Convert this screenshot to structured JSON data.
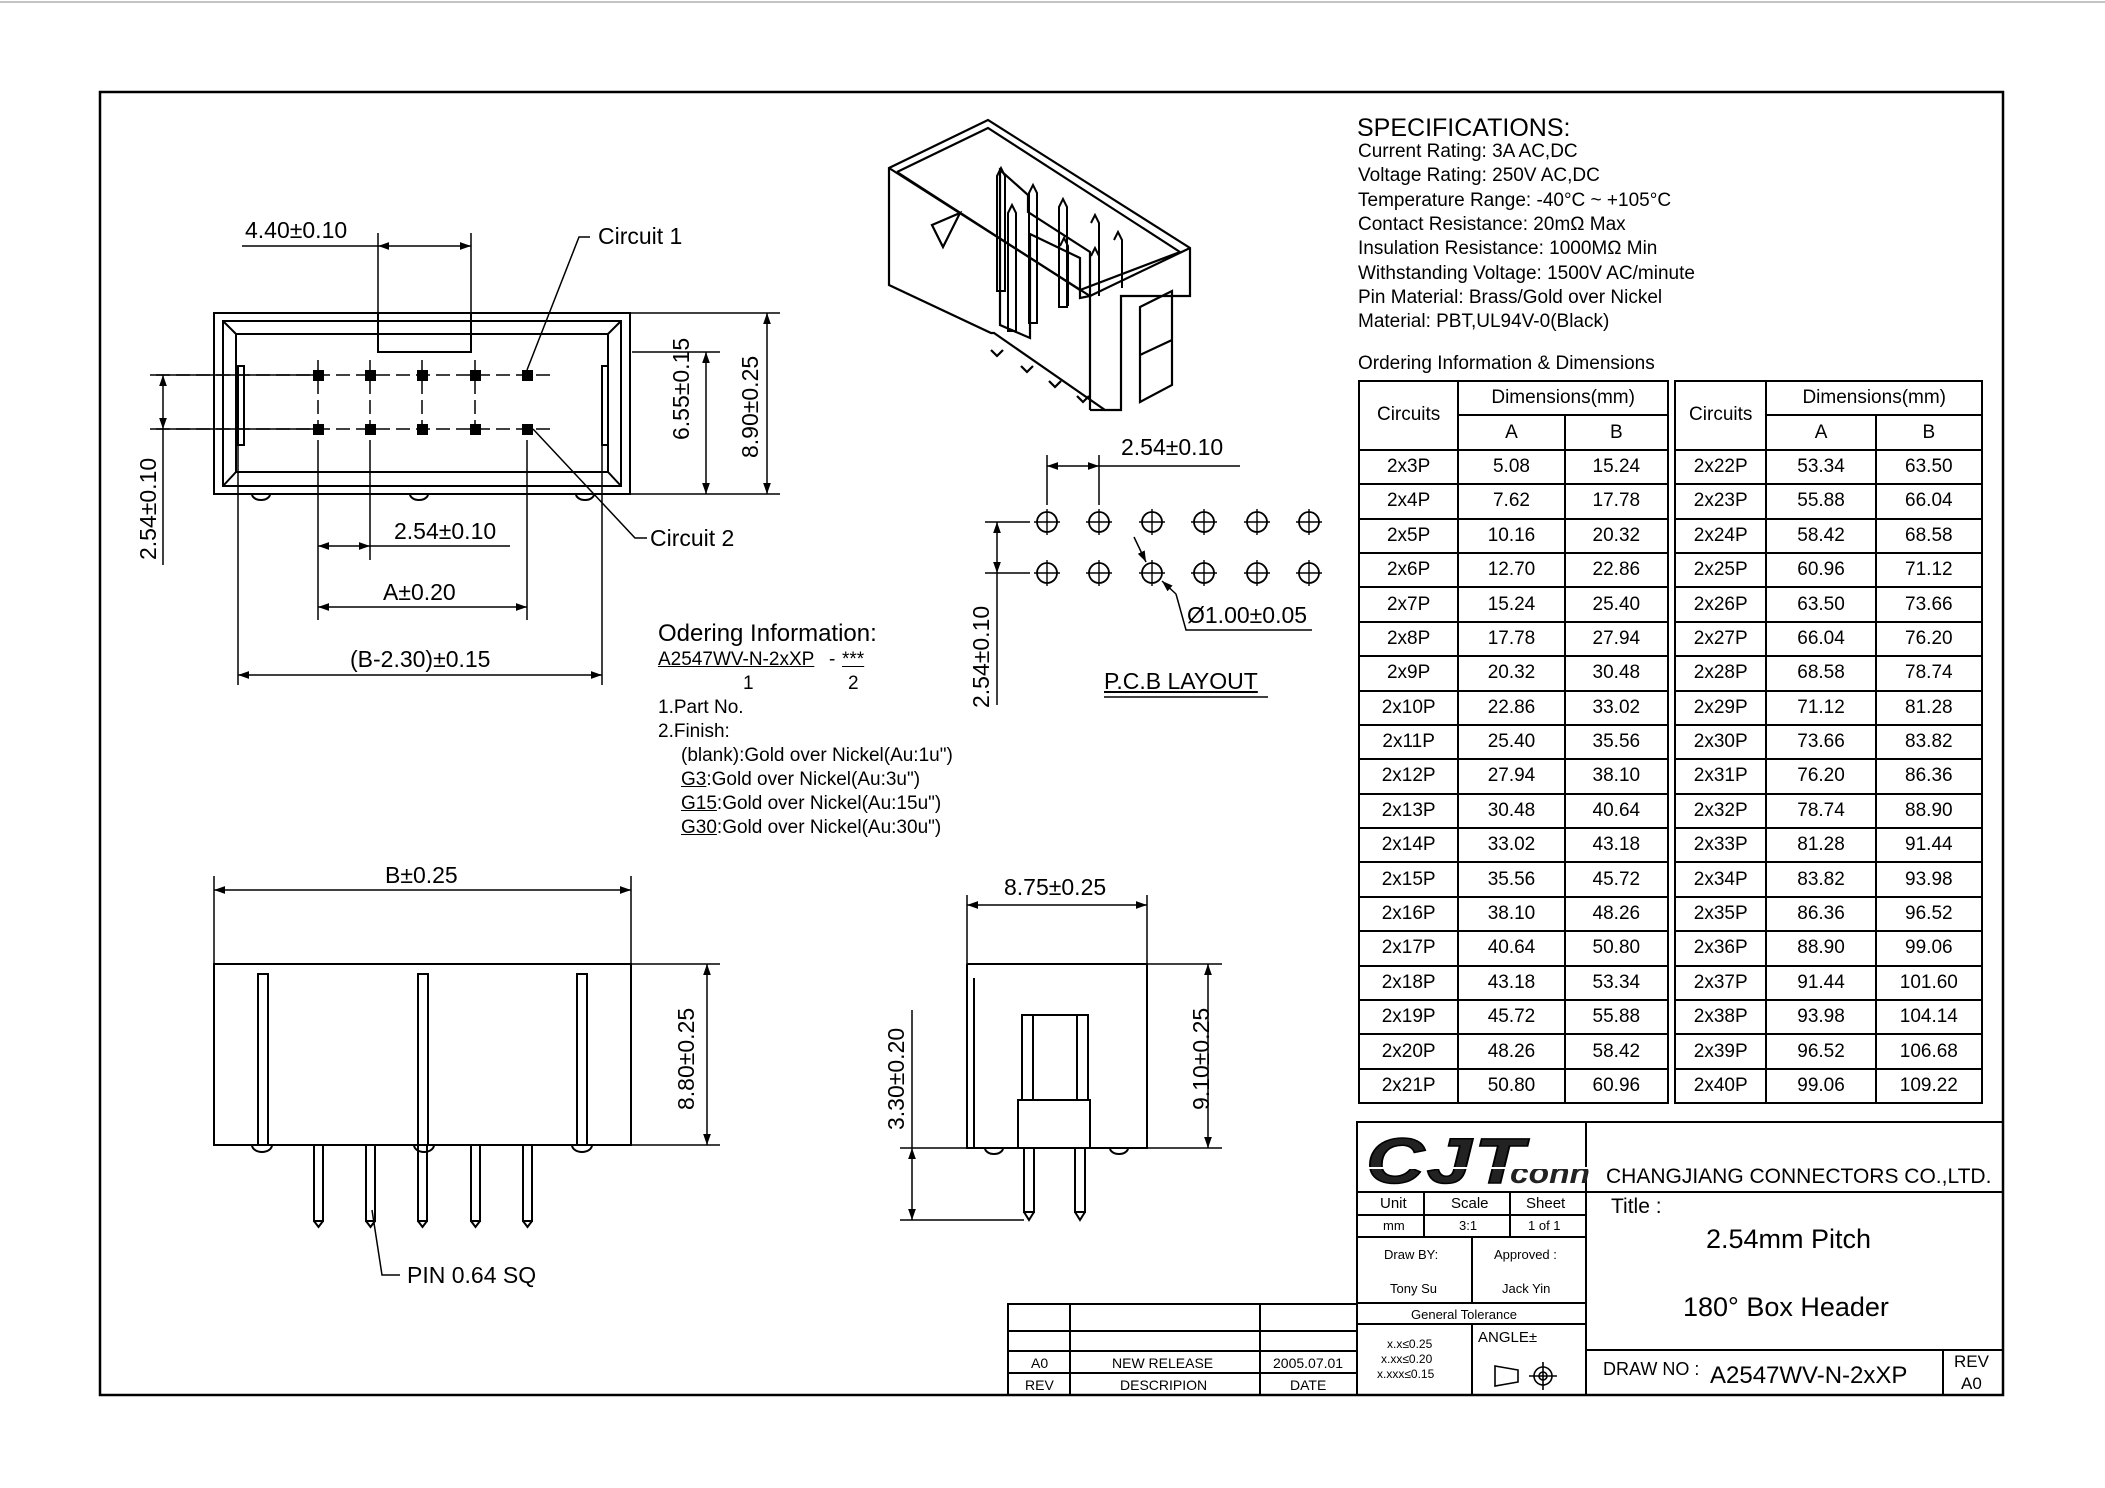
{
  "dims": {
    "top_width": "4.40±0.10",
    "circuit1": "Circuit 1",
    "circuit2": "Circuit 2",
    "height_inner": "6.55±0.15",
    "height_outer": "8.90±0.25",
    "row_pitch": "2.54±0.10",
    "pin_pitch": "2.54±0.10",
    "a_dim": "A±0.20",
    "b_minus": "(B-2.30)±0.15",
    "b_dim": "B±0.25",
    "side_height": "8.80±0.25",
    "pin_label": "PIN 0.64 SQ",
    "end_width": "8.75±0.25",
    "end_pin": "3.30±0.20",
    "end_height": "9.10±0.25",
    "pcb_pitch_x": "2.54±0.10",
    "pcb_pitch_y": "2.54±0.10",
    "pcb_hole": "Ø1.00±0.05",
    "pcb_title": "P.C.B LAYOUT"
  },
  "ordering_info": {
    "title": "Odering Information:",
    "code": "A2547WV-N-2xXP",
    "dash": "-",
    "suffix": "***",
    "n1": "1",
    "n2": "2",
    "part_no": "1.Part No.",
    "finish": "2.Finish:",
    "blank": "(blank):Gold over Nickel(Au:1u\")",
    "g3_code": "G3",
    "g3_text": ":Gold over Nickel(Au:3u\")",
    "g15_code": "G15",
    "g15_text": ":Gold over Nickel(Au:15u\")",
    "g30_code": "G30",
    "g30_text": ":Gold over Nickel(Au:30u\")"
  },
  "specs": {
    "title": "SPECIFICATIONS:",
    "lines": [
      "Current Rating: 3A AC,DC",
      "Voltage Rating: 250V AC,DC",
      "Temperature Range: -40°C ~ +105°C",
      "Contact Resistance: 20mΩ Max",
      "Insulation Resistance: 1000MΩ Min",
      "Withstanding Voltage: 1500V AC/minute",
      "Pin Material: Brass/Gold over Nickel",
      "Material: PBT,UL94V-0(Black)"
    ]
  },
  "ordering_dims": {
    "title": "Ordering Information & Dimensions",
    "head_circuits": "Circuits",
    "head_dims": "Dimensions(mm)",
    "head_a": "A",
    "head_b": "B",
    "left": [
      [
        "2x3P",
        "5.08",
        "15.24"
      ],
      [
        "2x4P",
        "7.62",
        "17.78"
      ],
      [
        "2x5P",
        "10.16",
        "20.32"
      ],
      [
        "2x6P",
        "12.70",
        "22.86"
      ],
      [
        "2x7P",
        "15.24",
        "25.40"
      ],
      [
        "2x8P",
        "17.78",
        "27.94"
      ],
      [
        "2x9P",
        "20.32",
        "30.48"
      ],
      [
        "2x10P",
        "22.86",
        "33.02"
      ],
      [
        "2x11P",
        "25.40",
        "35.56"
      ],
      [
        "2x12P",
        "27.94",
        "38.10"
      ],
      [
        "2x13P",
        "30.48",
        "40.64"
      ],
      [
        "2x14P",
        "33.02",
        "43.18"
      ],
      [
        "2x15P",
        "35.56",
        "45.72"
      ],
      [
        "2x16P",
        "38.10",
        "48.26"
      ],
      [
        "2x17P",
        "40.64",
        "50.80"
      ],
      [
        "2x18P",
        "43.18",
        "53.34"
      ],
      [
        "2x19P",
        "45.72",
        "55.88"
      ],
      [
        "2x20P",
        "48.26",
        "58.42"
      ],
      [
        "2x21P",
        "50.80",
        "60.96"
      ]
    ],
    "right": [
      [
        "2x22P",
        "53.34",
        "63.50"
      ],
      [
        "2x23P",
        "55.88",
        "66.04"
      ],
      [
        "2x24P",
        "58.42",
        "68.58"
      ],
      [
        "2x25P",
        "60.96",
        "71.12"
      ],
      [
        "2x26P",
        "63.50",
        "73.66"
      ],
      [
        "2x27P",
        "66.04",
        "76.20"
      ],
      [
        "2x28P",
        "68.58",
        "78.74"
      ],
      [
        "2x29P",
        "71.12",
        "81.28"
      ],
      [
        "2x30P",
        "73.66",
        "83.82"
      ],
      [
        "2x31P",
        "76.20",
        "86.36"
      ],
      [
        "2x32P",
        "78.74",
        "88.90"
      ],
      [
        "2x33P",
        "81.28",
        "91.44"
      ],
      [
        "2x34P",
        "83.82",
        "93.98"
      ],
      [
        "2x35P",
        "86.36",
        "96.52"
      ],
      [
        "2x36P",
        "88.90",
        "99.06"
      ],
      [
        "2x37P",
        "91.44",
        "101.60"
      ],
      [
        "2x38P",
        "93.98",
        "104.14"
      ],
      [
        "2x39P",
        "96.52",
        "106.68"
      ],
      [
        "2x40P",
        "99.06",
        "109.22"
      ]
    ]
  },
  "title_block": {
    "logo": "CJTconn",
    "company": "CHANGJIANG CONNECTORS CO.,LTD.",
    "unit_label": "Unit",
    "unit_value": "mm",
    "scale_label": "Scale",
    "scale_value": "3:1",
    "sheet_label": "Sheet",
    "sheet_value": "1 of 1",
    "title_label": "Title :",
    "title_line1": "2.54mm Pitch",
    "title_line2": "180° Box Header",
    "draw_by_label": "Draw BY:",
    "draw_by_value": "Tony Su",
    "approved_label": "Approved :",
    "approved_value": "Jack Yin",
    "general_tolerance": "General Tolerance",
    "tol1": "x.x≤0.25",
    "tol2": "x.xx≤0.20",
    "tol3": "x.xxx≤0.15",
    "angle": "ANGLE±",
    "draw_no_label": "DRAW NO :",
    "draw_no_value": "A2547WV-N-2xXP",
    "rev_label": "REV",
    "rev_value": "A0"
  },
  "revision": {
    "rev": "A0",
    "description": "NEW RELEASE",
    "date": "2005.07.01",
    "head_rev": "REV",
    "head_desc": "DESCRIPION",
    "head_date": "DATE"
  }
}
